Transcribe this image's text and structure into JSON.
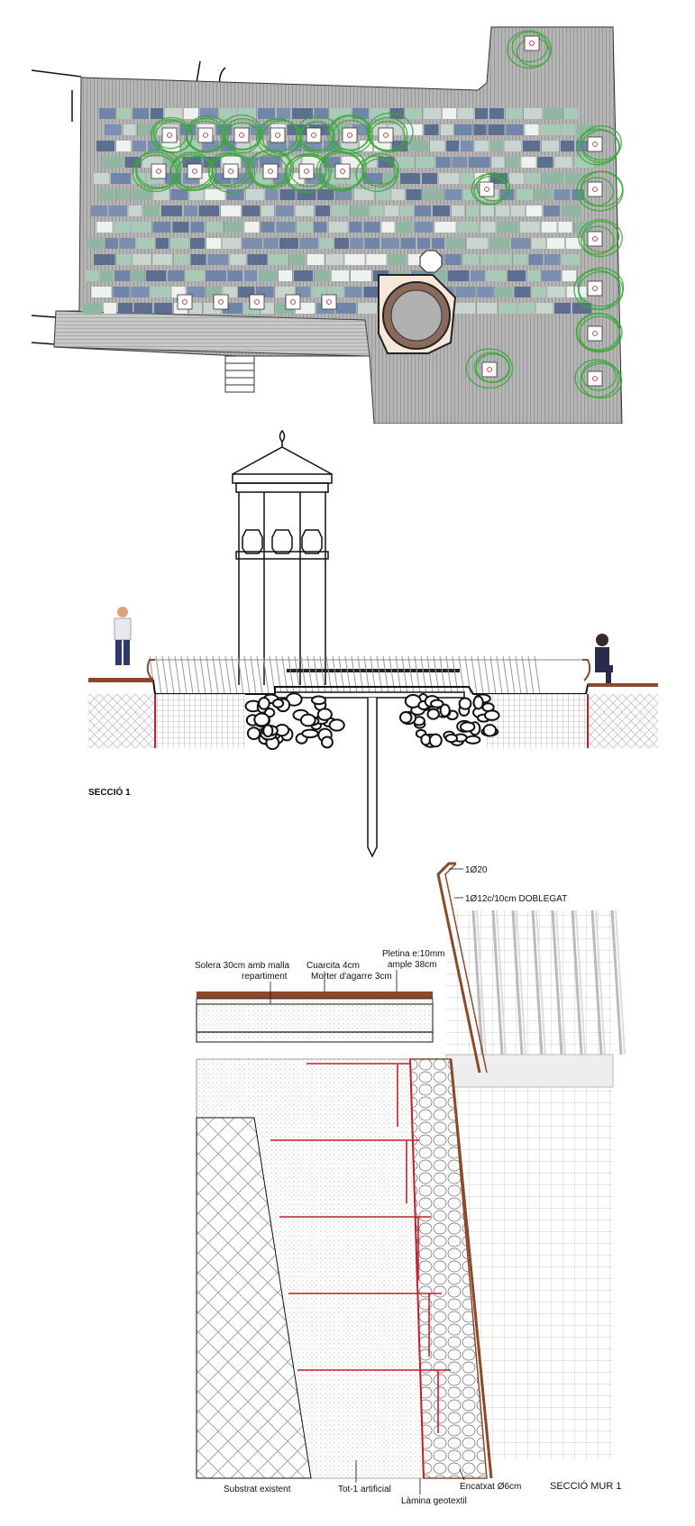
{
  "section": {
    "title": "SECCIÓ  1"
  },
  "detail": {
    "title": "SECCIÓ MUR 1",
    "labels": {
      "rebar_top": "1Ø20",
      "rebar_bent": "1Ø12c/10cm DOBLEGAT",
      "solera_1": "Solera 30cm amb malla",
      "solera_2": "repartiment",
      "quartzite": "Cuarcita 4cm",
      "mortar": "Morter d'agarre 3cm",
      "plate_1": "Pletina e:10mm",
      "plate_2": "ample 38cm",
      "substrate": "Substrat existent",
      "fill": "Tot-1 artificial",
      "geotextile": "Làmina geotextil",
      "riprap": "Encatxat Ø6cm"
    }
  },
  "colors": {
    "paving_grey": "#9a9a9a",
    "tile_blue": "#7b8fb0",
    "tile_green": "#a8cbb8",
    "tree_green": "#3aa83a",
    "rebar_red": "#c0202a",
    "wood_brown": "#8a4a2a"
  }
}
